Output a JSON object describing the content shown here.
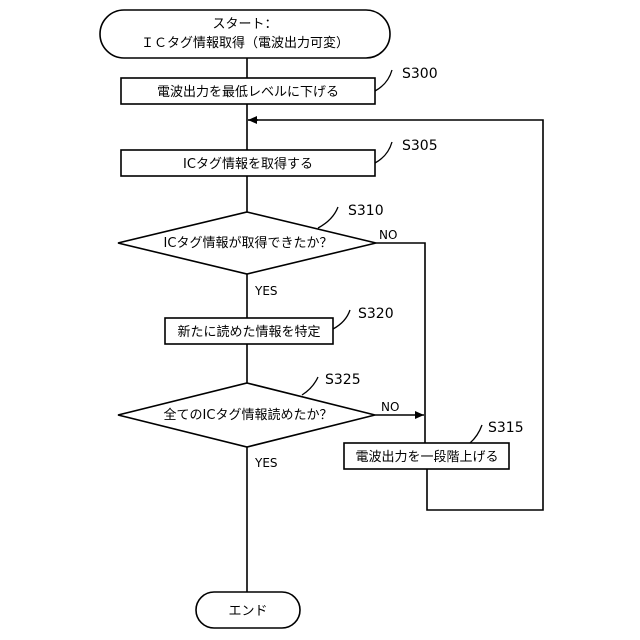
{
  "start": {
    "line1": "スタート：",
    "line2": "ＩＣタグ情報取得（電波出力可変）"
  },
  "steps": {
    "s300": {
      "id": "S300",
      "text": "電波出力を最低レベルに下げる"
    },
    "s305": {
      "id": "S305",
      "text": "ICタグ情報を取得する"
    },
    "s310": {
      "id": "S310",
      "text": "ICタグ情報が取得できたか？"
    },
    "s320": {
      "id": "S320",
      "text": "新たに読めた情報を特定"
    },
    "s325": {
      "id": "S325",
      "text": "全てのICタグ情報読めたか？"
    },
    "s315": {
      "id": "S315",
      "text": "電波出力を一段階上げる"
    }
  },
  "branches": {
    "yes": "YES",
    "no": "NO"
  },
  "end": {
    "label": "エンド"
  }
}
